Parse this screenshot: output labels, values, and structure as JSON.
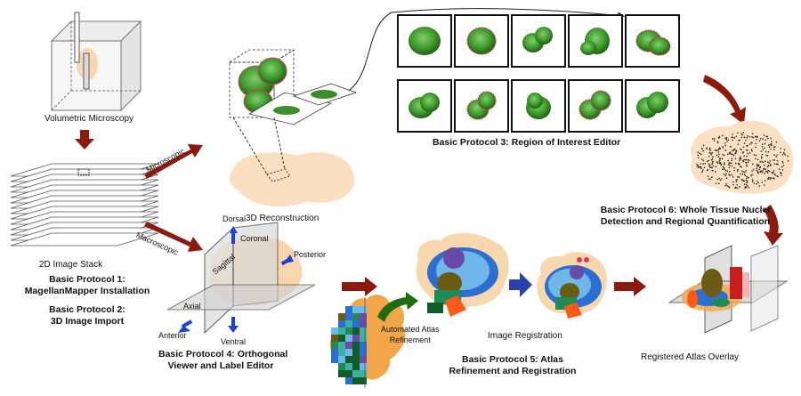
{
  "labels": {
    "volumetric_microscopy": "Volumetric Microscopy",
    "image_stack": "2D Image Stack",
    "protocol1_line1": "Basic Protocol 1:",
    "protocol1_line2": "MagellanMapper Installation",
    "protocol2_line1": "Basic Protocol 2:",
    "protocol2_line2": "3D Image Import",
    "microscopic": "Microscopic",
    "macroscopic": "Macroscopic",
    "reconstruction": "3D Reconstruction",
    "protocol3": "Basic Protocol 3: Region of Interest Editor",
    "protocol4_line1": "Basic Protocol 4: Orthogonal",
    "protocol4_line2": "Viewer and Label Editor",
    "dorsal": "Dorsal",
    "ventral": "Ventral",
    "posterior": "Posterior",
    "anterior": "Anterior",
    "sagittal": "Sagittal",
    "coronal": "Coronal",
    "axial": "Axial",
    "atlas_refinement_line1": "Automated Atlas",
    "atlas_refinement_line2": "Refinement",
    "image_registration": "Image Registration",
    "protocol5_line1": "Basic Protocol 5: Atlas",
    "protocol5_line2": "Refinement and Registration",
    "protocol6_line1": "Basic Protocol 6: Whole Tissue Nuclei",
    "protocol6_line2": "Detection and Regional Quantification",
    "registered_overlay": "Registered Atlas Overlay"
  },
  "colors": {
    "arrow": "#8b1a10",
    "green_arrow": "#1e6b12",
    "blue_arrow": "#2a3fb0",
    "tissue": "#f6cfa0",
    "roi_green": "#3b8e2a"
  }
}
